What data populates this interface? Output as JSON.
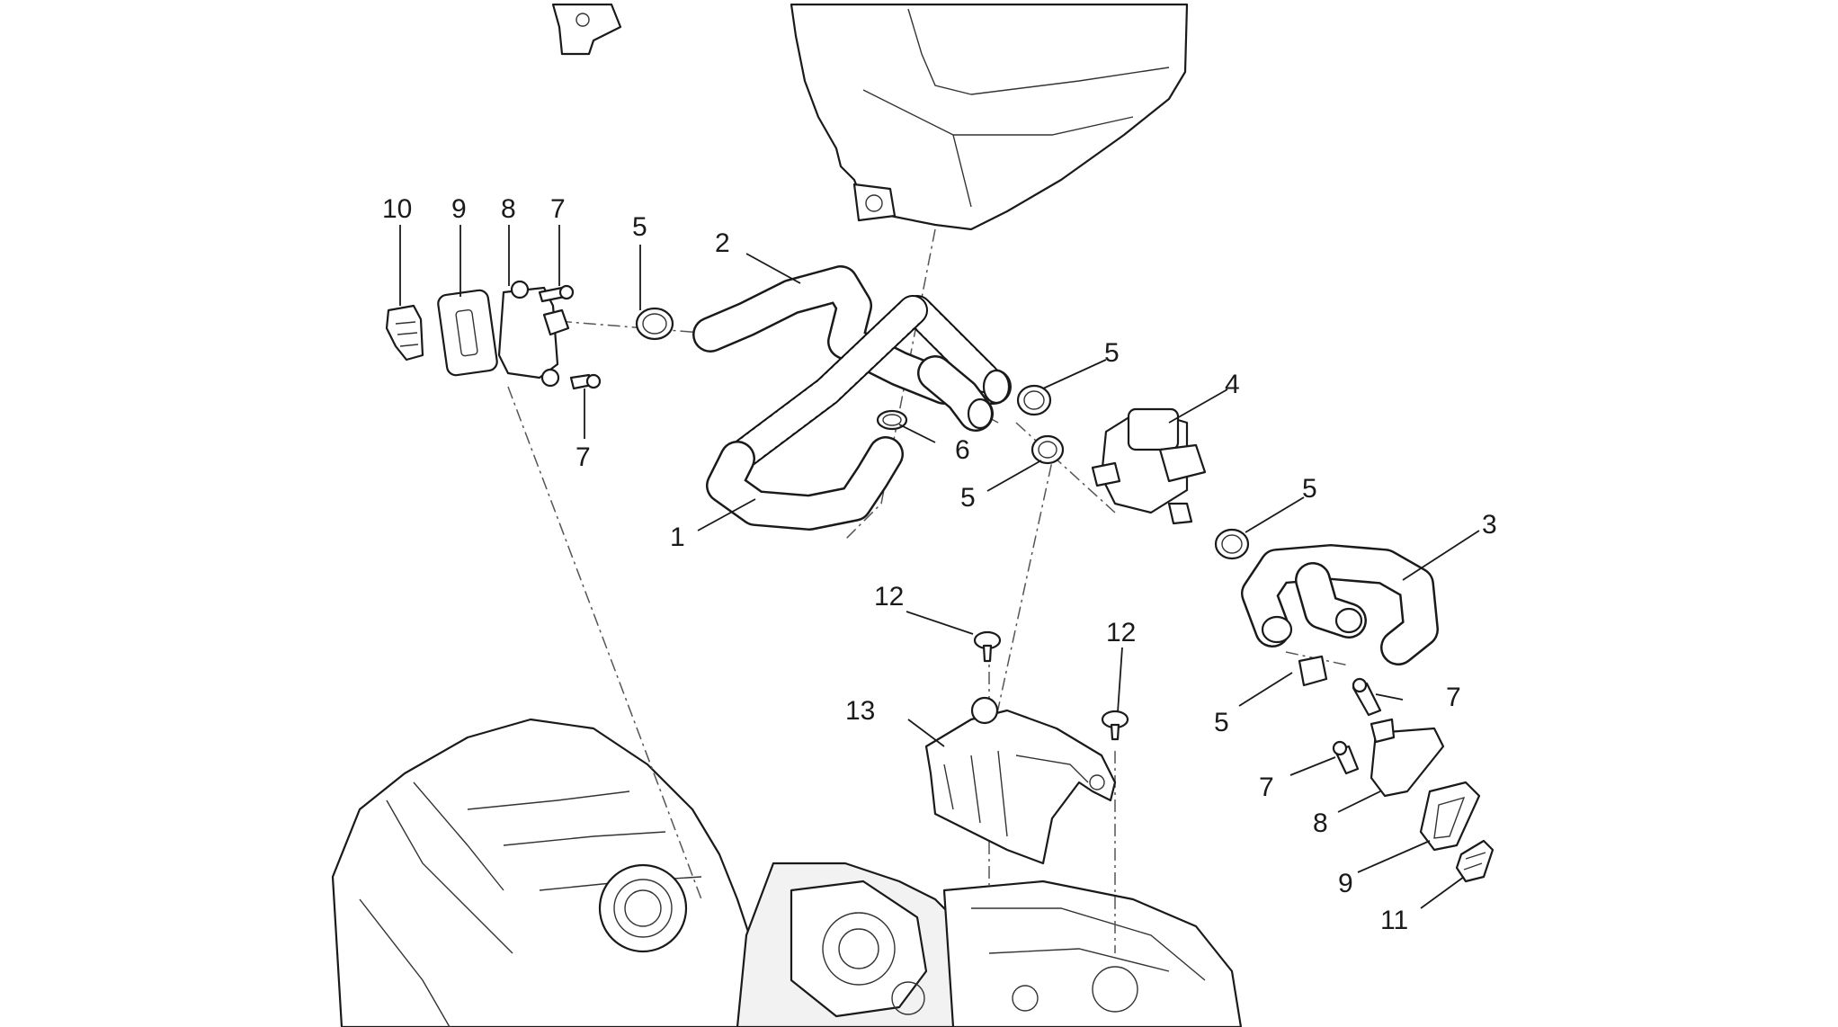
{
  "callouts": {
    "c10": "10",
    "c9_top": "9",
    "c8_top": "8",
    "c7_top": "7",
    "c5_top": "5",
    "c2": "2",
    "c7_left_bottom": "7",
    "c5_mid": "5",
    "c4": "4",
    "c6": "6",
    "c5_lower": "5",
    "c1": "1",
    "c5_right": "5",
    "c3": "3",
    "c12_left": "12",
    "c12_right": "12",
    "c13": "13",
    "c7_right_top": "7",
    "c5_bottom_right": "5",
    "c7_right_lower": "7",
    "c8_bottom": "8",
    "c9_bottom": "9",
    "c11": "11"
  },
  "style": {
    "line_color": "#1a1a1a",
    "background": "#ffffff"
  }
}
